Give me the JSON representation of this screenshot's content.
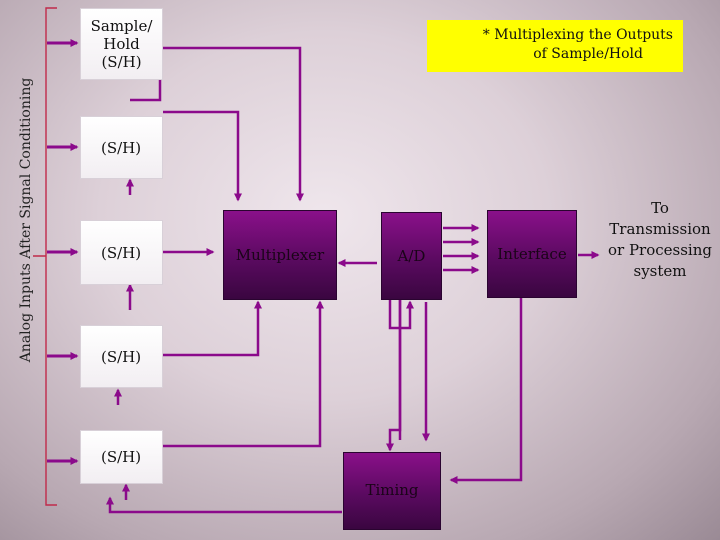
{
  "side_label": "Analog Inputs After Signal Conditioning",
  "note": {
    "line1": "* Multiplexing the Outputs",
    "line2": "of Sample/Hold"
  },
  "sample_hold": [
    {
      "lines": [
        "Sample/",
        "Hold",
        "(S/H)"
      ]
    },
    {
      "lines": [
        "(S/H)"
      ]
    },
    {
      "lines": [
        "(S/H)"
      ]
    },
    {
      "lines": [
        "(S/H)"
      ]
    },
    {
      "lines": [
        "(S/H)"
      ]
    }
  ],
  "blocks": {
    "multiplexer": "Multiplexer",
    "adc": "A/D",
    "interface": "Interface",
    "timing": "Timing"
  },
  "destination": [
    "To",
    "Transmission",
    "or Processing",
    "system"
  ],
  "colors": {
    "connector": "#8b0a8b",
    "bracket": "#c02a4a",
    "note_bg": "#ffff00",
    "block_dark": "#5a0a60"
  }
}
